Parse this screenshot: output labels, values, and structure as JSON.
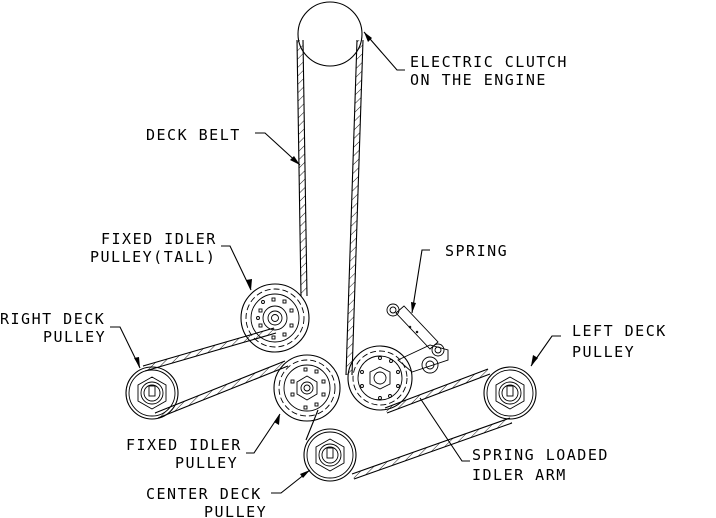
{
  "diagram": {
    "title": "Deck belt routing",
    "labels": {
      "electric_clutch": [
        "ELECTRIC CLUTCH",
        "ON THE ENGINE"
      ],
      "deck_belt": [
        "DECK BELT"
      ],
      "fixed_idler_tall": [
        "FIXED IDLER",
        "PULLEY(TALL)"
      ],
      "spring": [
        "SPRING"
      ],
      "right_deck_pulley": [
        "RIGHT DECK",
        "PULLEY"
      ],
      "left_deck_pulley": [
        "LEFT DECK",
        "PULLEY"
      ],
      "fixed_idler": [
        "FIXED IDLER",
        "PULLEY"
      ],
      "spring_loaded_idler_arm": [
        "SPRING LOADED",
        "IDLER ARM"
      ],
      "center_deck_pulley": [
        "CENTER DECK",
        "PULLEY"
      ]
    },
    "components": [
      "electric-clutch",
      "fixed-idler-pulley-tall",
      "right-deck-pulley",
      "fixed-idler-pulley",
      "center-deck-pulley",
      "spring-loaded-idler-pulley",
      "left-deck-pulley",
      "spring",
      "deck-belt"
    ]
  }
}
